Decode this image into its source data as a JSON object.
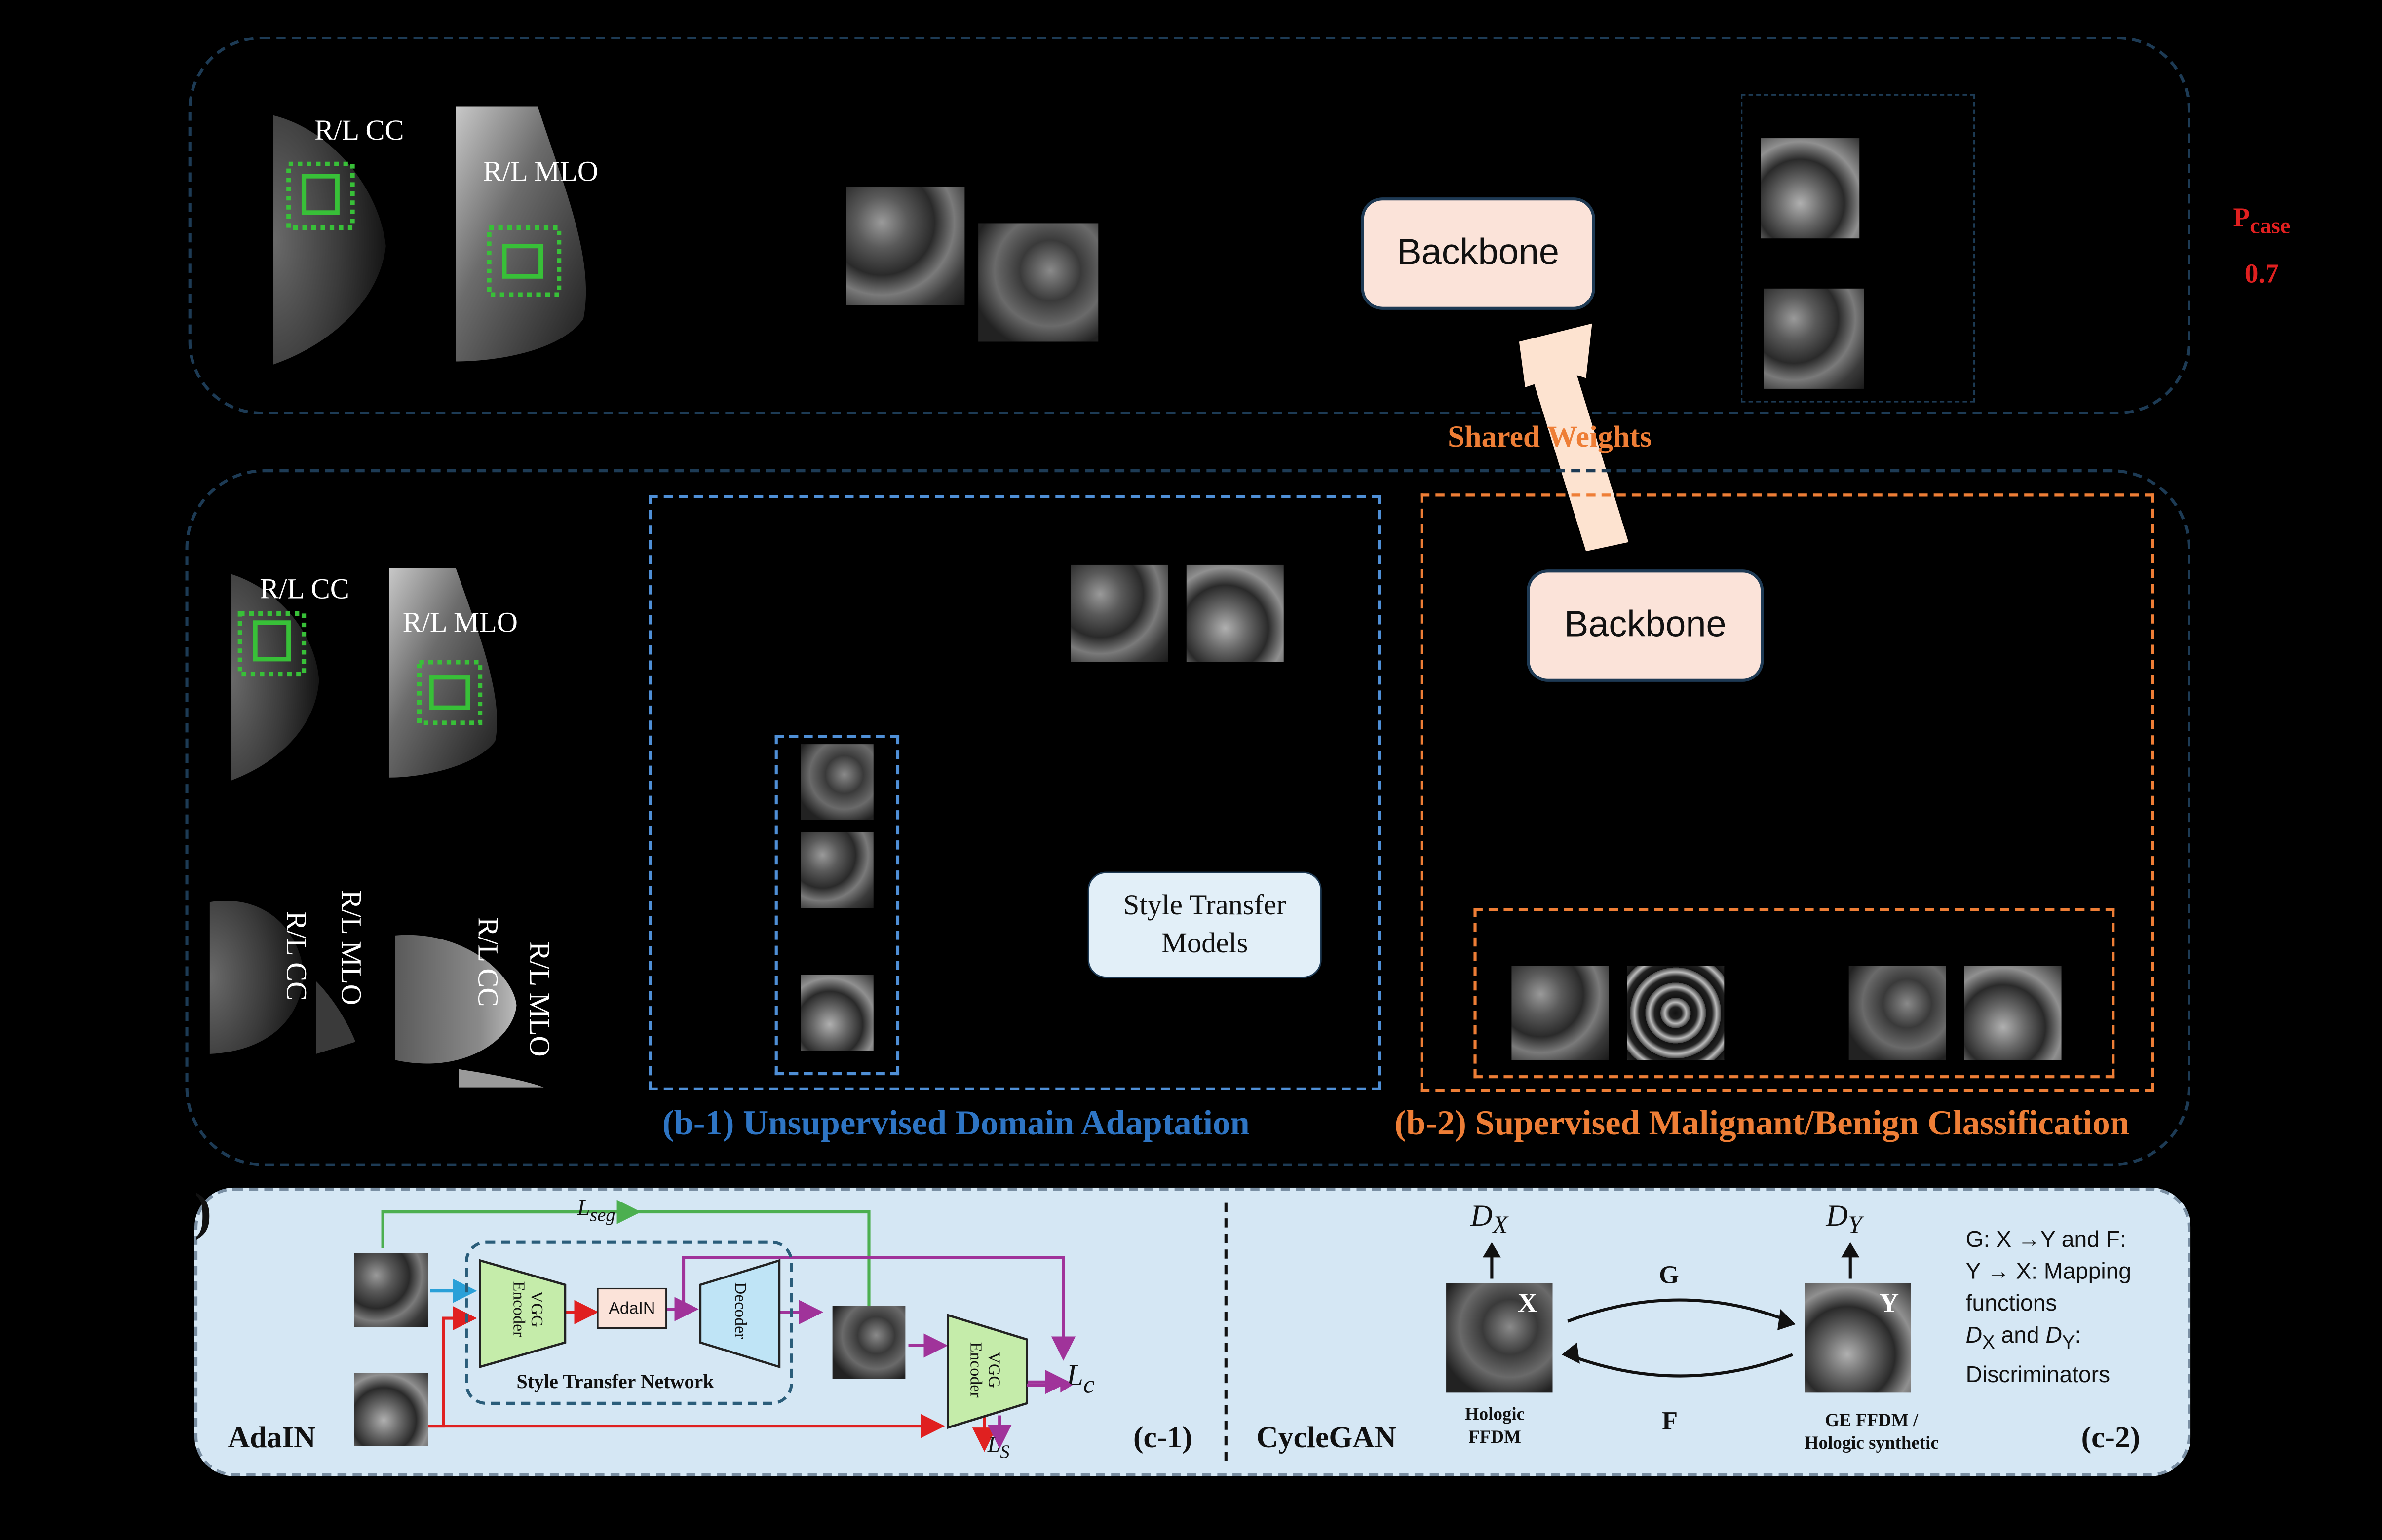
{
  "panel_a": {
    "cc_label": "R/L CC",
    "mlo_label": "R/L MLO",
    "backbone_label": "Backbone",
    "pcase_label": "P",
    "pcase_sub": "case",
    "pcase_value": "0.7"
  },
  "shared_weights": "Shared Weights",
  "panel_b": {
    "cc_label": "R/L CC",
    "mlo_label": "R/L MLO",
    "cc_label_rot": "R/L CC",
    "mlo_label_rot": "R/L MLO",
    "cc_label_rot2": "R/L CC",
    "mlo_label_rot2": "R/L MLO",
    "style_transfer_line1": "Style Transfer",
    "style_transfer_line2": "Models",
    "backbone_label": "Backbone",
    "caption_b1": "(b-1) Unsupervised Domain Adaptation",
    "caption_b2": "(b-2) Supervised Malignant/Benign Classification"
  },
  "panel_c": {
    "letter_fragment": ")",
    "adain_title": "AdaIN",
    "c1_tag": "(c-1)",
    "vgg_encoder": "VGG Encoder",
    "vgg_encoder2": "VGG Encoder",
    "adain_block": "AdaIN",
    "decoder": "Decoder",
    "stn_label": "Style Transfer Network",
    "lseg_L": "L",
    "lseg_sub": "seg",
    "lc_L": "L",
    "lc_sub": "c",
    "ls_L": "L",
    "ls_sub": "S",
    "cyclegan_title": "CycleGAN",
    "c2_tag": "(c-2)",
    "dx_D": "D",
    "dx_sub": "X",
    "dy_D": "D",
    "dy_sub": "Y",
    "x_label": "X",
    "y_label": "Y",
    "g_label": "G",
    "f_label": "F",
    "src_line1": "Hologic",
    "src_line2": "FFDM",
    "tgt_line1": "GE FFDM /",
    "tgt_line2": "Hologic synthetic",
    "legend_line1": "G: X →Y and F:",
    "legend_line2": "Y → X: Mapping",
    "legend_line3": "functions",
    "legend_line4_D": "D",
    "legend_line4_sub1": "X",
    "legend_line4_mid": " and ",
    "legend_line4_D2": "D",
    "legend_line4_sub2": "Y",
    "legend_line4_end": ":",
    "legend_line5": "Discriminators"
  },
  "colors": {
    "blue_caption": "#2e75c4",
    "orange_caption": "#ee7e36",
    "pcase_red": "#e02020",
    "backbone_fill": "#fbe3d9",
    "panel_c_fill": "#d5e7f4",
    "green_arrow": "#4caf50",
    "purple_arrow": "#a0339a",
    "red_arrow": "#e02020",
    "blue_arrow": "#2aa0d8"
  }
}
